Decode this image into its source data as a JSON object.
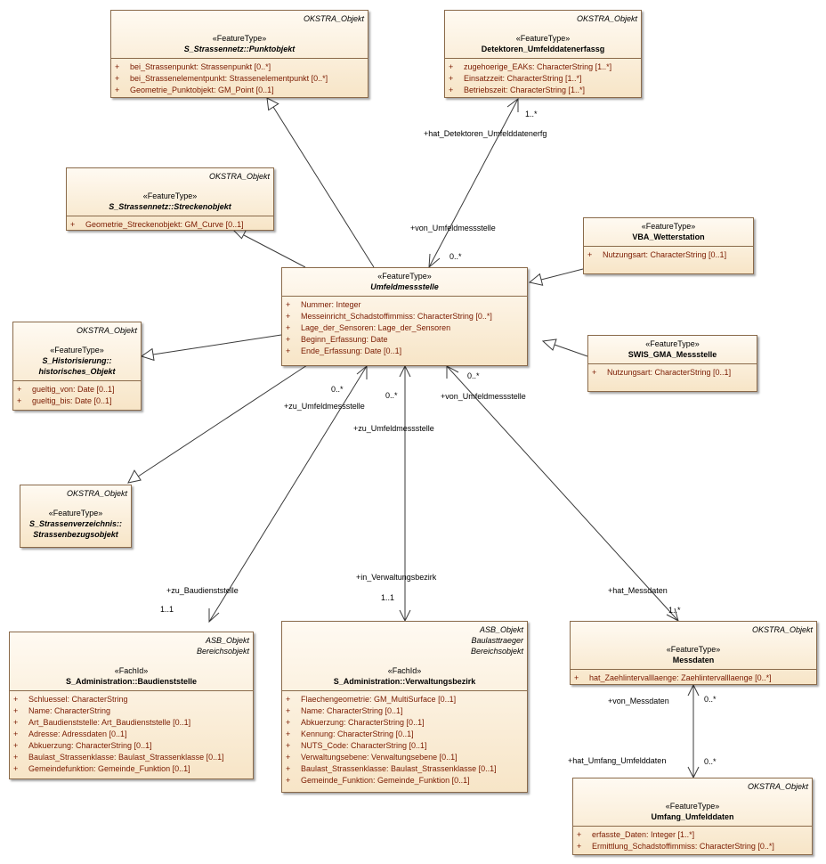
{
  "classes": {
    "punktobjekt": {
      "tags": [
        "OKSTRA_Objekt"
      ],
      "stereotype": "«FeatureType»",
      "name_lines": [
        "S_Strassennetz::Punktobjekt"
      ],
      "italic": true,
      "attributes": [
        "bei_Strassenpunkt: Strassenpunkt [0..*]",
        "bei_Strassenelementpunkt: Strassenelementpunkt [0..*]",
        "Geometrie_Punktobjekt: GM_Point [0..1]"
      ]
    },
    "detektoren": {
      "tags": [
        "OKSTRA_Objekt"
      ],
      "stereotype": "«FeatureType»",
      "name_lines": [
        "Detektoren_Umfelddatenerfassg"
      ],
      "italic": false,
      "attributes": [
        "zugehoerige_EAKs: CharacterString [1..*]",
        "Einsatzzeit: CharacterString [1..*]",
        "Betriebszeit: CharacterString [1..*]"
      ]
    },
    "streckenobjekt": {
      "tags": [
        "OKSTRA_Objekt"
      ],
      "stereotype": "«FeatureType»",
      "name_lines": [
        "S_Strassennetz::Streckenobjekt"
      ],
      "italic": true,
      "attributes": [
        "Geometrie_Streckenobjekt: GM_Curve [0..1]"
      ]
    },
    "vba": {
      "tags": [],
      "stereotype": "«FeatureType»",
      "name_lines": [
        "VBA_Wetterstation"
      ],
      "italic": false,
      "attributes": [
        "Nutzungsart: CharacterString [0..1]"
      ]
    },
    "umfeld": {
      "tags": [],
      "stereotype": "«FeatureType»",
      "name_lines": [
        "Umfeldmessstelle"
      ],
      "italic": true,
      "attributes": [
        "Nummer: Integer",
        "Messeinricht_Schadstoffimmiss: CharacterString [0..*]",
        "Lage_der_Sensoren: Lage_der_Sensoren",
        "Beginn_Erfassung: Date",
        "Ende_Erfassung: Date [0..1]"
      ]
    },
    "historisierung": {
      "tags": [
        "OKSTRA_Objekt"
      ],
      "stereotype": "«FeatureType»",
      "name_lines": [
        "S_Historisierung::",
        "historisches_Objekt"
      ],
      "italic": true,
      "attributes": [
        "gueltig_von: Date [0..1]",
        "gueltig_bis: Date [0..1]"
      ]
    },
    "swis": {
      "tags": [],
      "stereotype": "«FeatureType»",
      "name_lines": [
        "SWIS_GMA_Messstelle"
      ],
      "italic": false,
      "attributes": [
        "Nutzungsart: CharacterString [0..1]"
      ]
    },
    "strassenbezug": {
      "tags": [
        "OKSTRA_Objekt"
      ],
      "stereotype": "«FeatureType»",
      "name_lines": [
        "S_Strassenverzeichnis::",
        "Strassenbezugsobjekt"
      ],
      "italic": true,
      "attributes": []
    },
    "baudienst": {
      "tags": [
        "ASB_Objekt",
        "Bereichsobjekt"
      ],
      "stereotype": "«FachId»",
      "name_lines": [
        "S_Administration::Baudienststelle"
      ],
      "italic": false,
      "attributes": [
        "Schluessel: CharacterString",
        "Name: CharacterString",
        "Art_Baudienststelle: Art_Baudienststelle [0..1]",
        "Adresse: Adressdaten [0..1]",
        "Abkuerzung: CharacterString [0..1]",
        "Baulast_Strassenklasse: Baulast_Strassenklasse [0..1]",
        "Gemeindefunktion: Gemeinde_Funktion [0..1]"
      ]
    },
    "verwaltung": {
      "tags": [
        "ASB_Objekt",
        "Baulasttraeger",
        "Bereichsobjekt"
      ],
      "stereotype": "«FachId»",
      "name_lines": [
        "S_Administration::Verwaltungsbezirk"
      ],
      "italic": false,
      "attributes": [
        "Flaechengeometrie: GM_MultiSurface [0..1]",
        "Name: CharacterString [0..1]",
        "Abkuerzung: CharacterString [0..1]",
        "Kennung: CharacterString [0..1]",
        "NUTS_Code: CharacterString [0..1]",
        "Verwaltungsebene: Verwaltungsebene [0..1]",
        "Baulast_Strassenklasse: Baulast_Strassenklasse [0..1]",
        "Gemeinde_Funktion: Gemeinde_Funktion [0..1]"
      ]
    },
    "messdaten": {
      "tags": [
        "OKSTRA_Objekt"
      ],
      "stereotype": "«FeatureType»",
      "name_lines": [
        "Messdaten"
      ],
      "italic": false,
      "attributes": [
        "hat_Zaehlintervalllaenge: Zaehlintervalllaenge [0..*]"
      ]
    },
    "umfang": {
      "tags": [
        "OKSTRA_Objekt"
      ],
      "stereotype": "«FeatureType»",
      "name_lines": [
        "Umfang_Umfelddaten"
      ],
      "italic": false,
      "attributes": [
        "erfasste_Daten: Integer [1..*]",
        "Ermittlung_Schadstoffimmiss: CharacterString [0..*]"
      ]
    }
  },
  "visibility_symbol": "+",
  "labels": {
    "hat_detektoren": "+hat_Detektoren_Umfelddatenerfg",
    "mult_detektoren": "1..*",
    "von_umfeld_top": "+von_Umfeldmessstelle",
    "mult_umfeld_top": "0..*",
    "mult_zu1": "0..*",
    "role_zu1": "+zu_Umfeldmessstelle",
    "mult_zu2": "0..*",
    "role_zu2": "+zu_Umfeldmessstelle",
    "mult_von3": "0..*",
    "role_von3": "+von_Umfeldmessstelle",
    "role_baudienst": "+zu_Baudienststelle",
    "mult_baudienst": "1..1",
    "role_verwaltung": "+in_Verwaltungsbezirk",
    "mult_verwaltung": "1..1",
    "role_messdaten": "+hat_Messdaten",
    "mult_messdaten": "1..*",
    "role_von_messdaten": "+von_Messdaten",
    "mult_von_messdaten": "0..*",
    "role_umfang": "+hat_Umfang_Umfelddaten",
    "mult_umfang": "0..*"
  }
}
